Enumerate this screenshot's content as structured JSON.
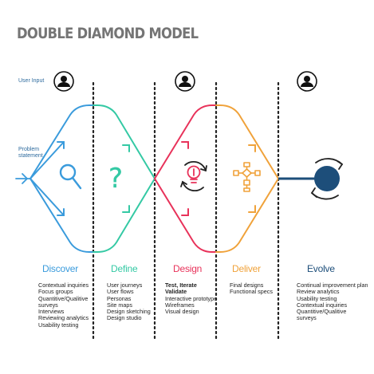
{
  "title": "DOUBLE DIAMOND MODEL",
  "user_input_label": "User Input",
  "problem_statement_label": "Problem\nstatement",
  "colors": {
    "discover": "#3a9bdc",
    "define": "#34c9a4",
    "design": "#e8325a",
    "deliver": "#f0a23a",
    "evolve": "#1d4e7a",
    "title": "#757575",
    "divider": "#222222"
  },
  "phases": [
    {
      "name": "Discover",
      "icon": "magnifier-icon",
      "color": "#3a9bdc",
      "activities": [
        "Contextual inquiries",
        "Focus groups",
        "Quantitive/Qualitive\nsurveys",
        "Interviews",
        "Reviewing analytics",
        "Usability testing"
      ]
    },
    {
      "name": "Define",
      "icon": "question-mark-icon",
      "color": "#34c9a4",
      "activities": [
        "User journeys",
        "User flows",
        "Personas",
        "Site maps",
        "Design sketching",
        "Design studio"
      ]
    },
    {
      "name": "Design",
      "icon": "lightbulb-icon",
      "color": "#e8325a",
      "activities": [
        "Test, Iterate\nValidate",
        "Interactive prototype",
        "Wireframes",
        "Visual design"
      ],
      "bold_first": true
    },
    {
      "name": "Deliver",
      "icon": "flowchart-icon",
      "color": "#f0a23a",
      "activities": [
        "Final designs",
        "Functional specs"
      ]
    },
    {
      "name": "Evolve",
      "icon": "circle-icon",
      "color": "#1d4e7a",
      "activities": [
        "Continual improvement plan",
        "Review analytics",
        "Usability testing",
        "Contextual inquiries",
        "Quantitive/Qualitive\nsurveys"
      ]
    }
  ]
}
